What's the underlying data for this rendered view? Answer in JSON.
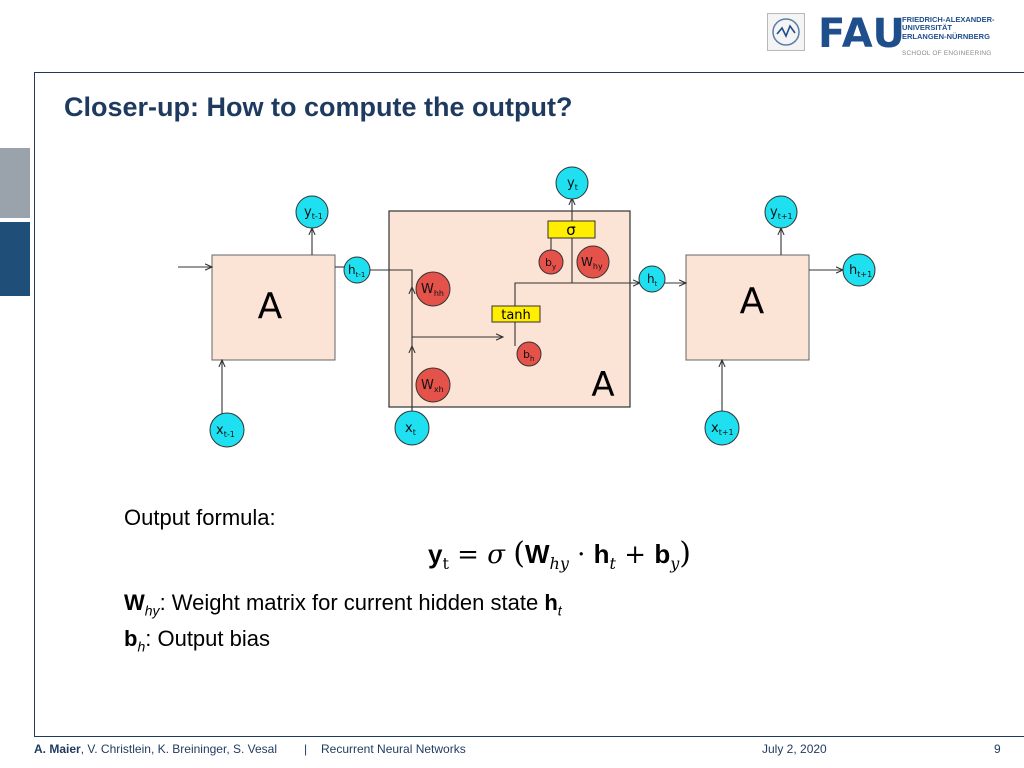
{
  "header": {
    "logo_text": "FAU",
    "university_lines": [
      "FRIEDRICH-ALEXANDER-",
      "UNIVERSITÄT",
      "ERLANGEN-NÜRNBERG"
    ],
    "school": "SCHOOL OF ENGINEERING"
  },
  "slide": {
    "title": "Closer-up: How to compute the output?"
  },
  "diagram": {
    "cells": {
      "left": "A",
      "middle": "A",
      "right": "A"
    },
    "outputs": {
      "prev": {
        "base": "y",
        "sub": "t-1"
      },
      "curr": {
        "base": "y",
        "sub": "t"
      },
      "next": {
        "base": "y",
        "sub": "t+1"
      }
    },
    "inputs": {
      "prev": {
        "base": "x",
        "sub": "t-1"
      },
      "curr": {
        "base": "x",
        "sub": "t"
      },
      "next": {
        "base": "x",
        "sub": "t+1"
      }
    },
    "hidden": {
      "prev": {
        "base": "h",
        "sub": "t-1"
      },
      "curr": {
        "base": "h",
        "sub": "t"
      },
      "next": {
        "base": "h",
        "sub": "t+1"
      }
    },
    "weights": {
      "whh": {
        "base": "W",
        "sub": "hh"
      },
      "wxh": {
        "base": "W",
        "sub": "xh"
      },
      "why": {
        "base": "W",
        "sub": "hy"
      },
      "bh": {
        "base": "b",
        "sub": "h"
      },
      "by": {
        "base": "b",
        "sub": "y"
      }
    },
    "ops": {
      "tanh": "tanh",
      "sigma": "σ"
    },
    "colors": {
      "cell_fill": "#fbe3d6",
      "node_cyan": "#1ee0f0",
      "node_red": "#e5524a",
      "op_yellow": "#ffee00"
    }
  },
  "content": {
    "output_label": "Output formula:",
    "formula": {
      "lhs": "y",
      "lhs_sub": "t",
      "eq": "=",
      "sigma": "σ",
      "open": "(",
      "w": "W",
      "w_sub": "hy",
      "dot": "·",
      "h": "h",
      "h_sub": "t",
      "plus": "+",
      "b": "b",
      "b_sub": "y",
      "close": ")"
    },
    "def1": {
      "sym": "W",
      "sub": "hy",
      "text": ": Weight matrix for current hidden state ",
      "h": "h",
      "h_sub": "t"
    },
    "def2": {
      "sym": "b",
      "sub": "h",
      "text": ": Output bias"
    }
  },
  "footer": {
    "author_bold": "A. Maier",
    "authors_rest": ", V. Christlein, K. Breininger, S. Vesal",
    "separator": "|",
    "course": "Recurrent Neural Networks",
    "date": "July 2, 2020",
    "page": "9"
  }
}
